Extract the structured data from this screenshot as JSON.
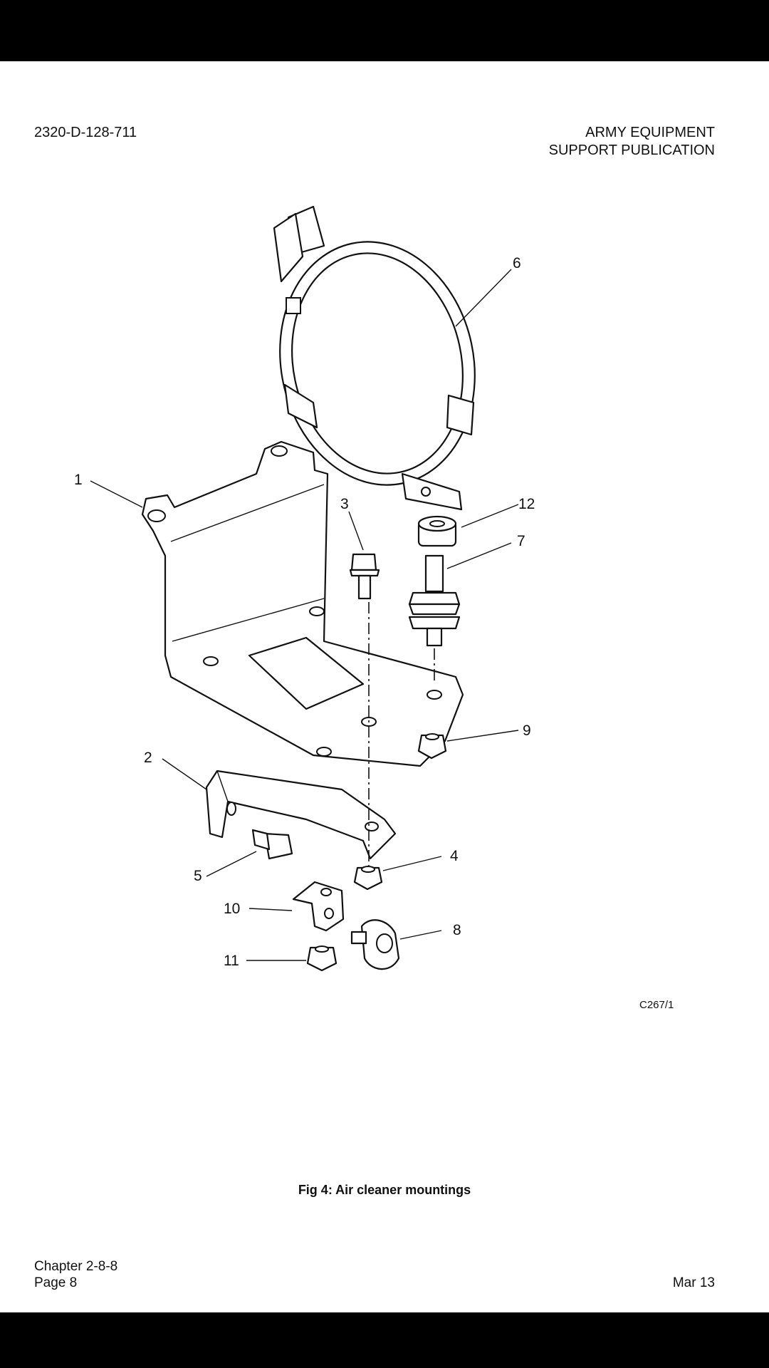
{
  "header": {
    "doc_number": "2320-D-128-711",
    "publisher_line1": "ARMY EQUIPMENT",
    "publisher_line2": "SUPPORT PUBLICATION"
  },
  "figure": {
    "callouts": [
      "1",
      "2",
      "3",
      "4",
      "5",
      "6",
      "7",
      "8",
      "9",
      "10",
      "11",
      "12"
    ],
    "reference": "C267/1",
    "caption": "Fig 4: Air cleaner mountings"
  },
  "footer": {
    "chapter": "Chapter 2-8-8",
    "page": "Page 8",
    "date": "Mar 13"
  }
}
